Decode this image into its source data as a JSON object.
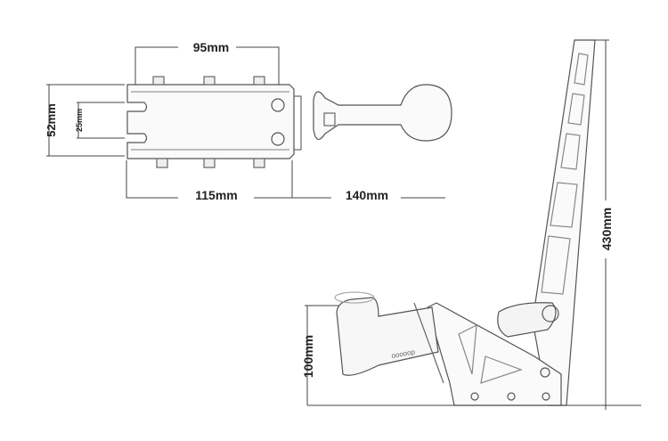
{
  "dimensions": {
    "top_width": "95mm",
    "top_height_outer": "52mm",
    "top_slot_gap": "25mm",
    "top_body_length": "115mm",
    "top_handle_length": "140mm",
    "side_total_height": "430mm",
    "side_base_height": "100mm"
  },
  "master_cylinder_label": "ooooop",
  "colors": {
    "line": "#333333",
    "sketch": "#777777",
    "background": "#ffffff"
  }
}
